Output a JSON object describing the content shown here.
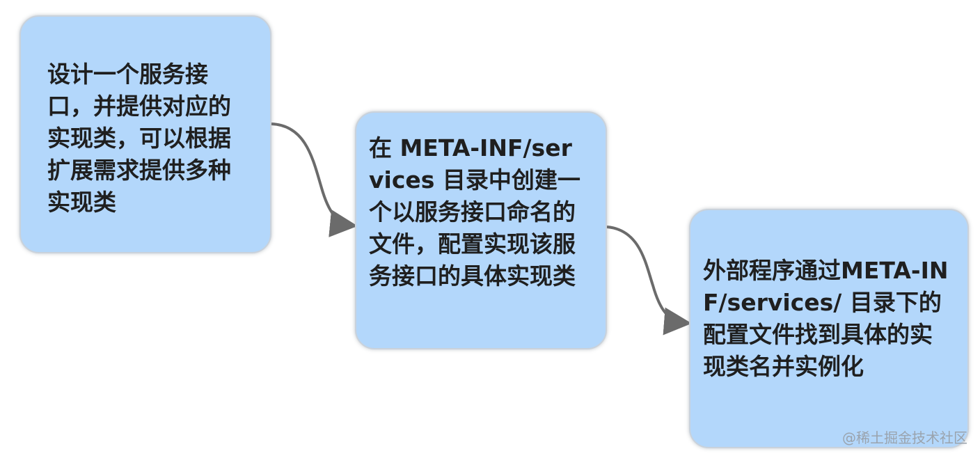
{
  "steps": [
    {
      "text": "设计一个服务接口，并提供对应的实现类，可以根据扩展需求提供多种实现类"
    },
    {
      "text": "在 META-INF/services 目录中创建一个以服务接口命名的文件，配置实现该服务接口的具体实现类"
    },
    {
      "text": "外部程序通过META-INF/services/ 目录下的配置文件找到具体的实现类名并实例化"
    }
  ],
  "watermark": "@稀土掘金技术社区",
  "colors": {
    "box_fill": "#b3d7fb",
    "connector": "#6b6b6b"
  }
}
